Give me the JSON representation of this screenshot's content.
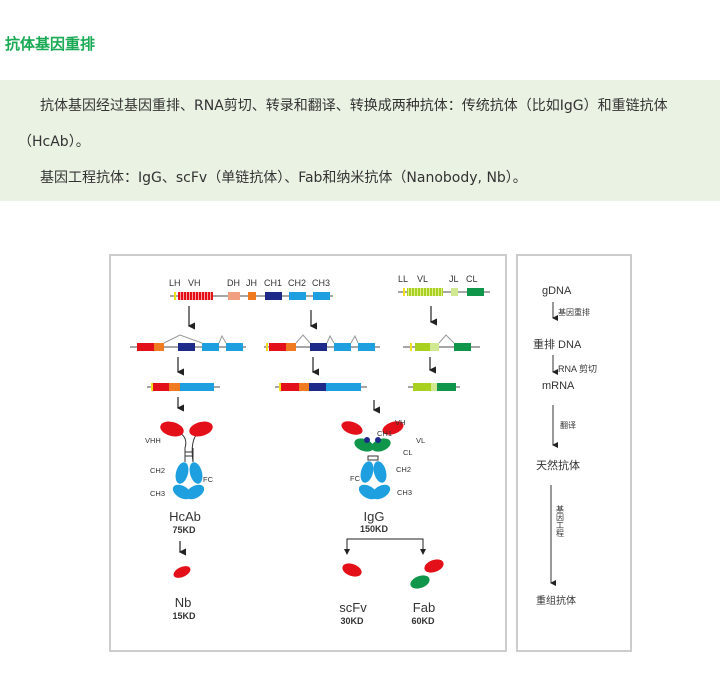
{
  "section_title": "抗体基因重排",
  "intro": {
    "p1": "抗体基因经过基因重排、RNA剪切、转录和翻译、转换成两种抗体：传统抗体（比如IgG）和重链抗体（HcAb）。",
    "p2": "基因工程抗体：IgG、scFv（单链抗体）、Fab和纳米抗体（Nanobody, Nb）。"
  },
  "figure": {
    "heavy_gene_labels": [
      "LH",
      "VH",
      "DH",
      "JH",
      "CH1",
      "CH2",
      "CH3"
    ],
    "light_gene_labels": [
      "LL",
      "VL",
      "JL",
      "CL"
    ],
    "hcab": {
      "domain_labels": [
        "VHH",
        "CH2",
        "CH3",
        "FC"
      ],
      "name": "HcAb",
      "mass": "75KD"
    },
    "igg": {
      "domain_labels": [
        "VH",
        "CH1",
        "VL",
        "CL",
        "CH2",
        "FC",
        "CH3"
      ],
      "name": "IgG",
      "mass": "150KD"
    },
    "nb": {
      "name": "Nb",
      "mass": "15KD"
    },
    "scfv": {
      "name": "scFv",
      "mass": "30KD"
    },
    "fab": {
      "name": "Fab",
      "mass": "60KD"
    },
    "colors": {
      "red": "#e3101a",
      "orange": "#f07a20",
      "navy": "#1e2a8a",
      "blue": "#1ea0e0",
      "lime": "#a8d020",
      "green": "#10964a"
    }
  },
  "flow": {
    "steps": [
      "gDNA",
      "重排 DNA",
      "mRNA",
      "天然抗体",
      "重组抗体"
    ],
    "arrows": [
      "基因重排",
      "RNA 剪切",
      "翻译",
      "基因工程"
    ]
  }
}
